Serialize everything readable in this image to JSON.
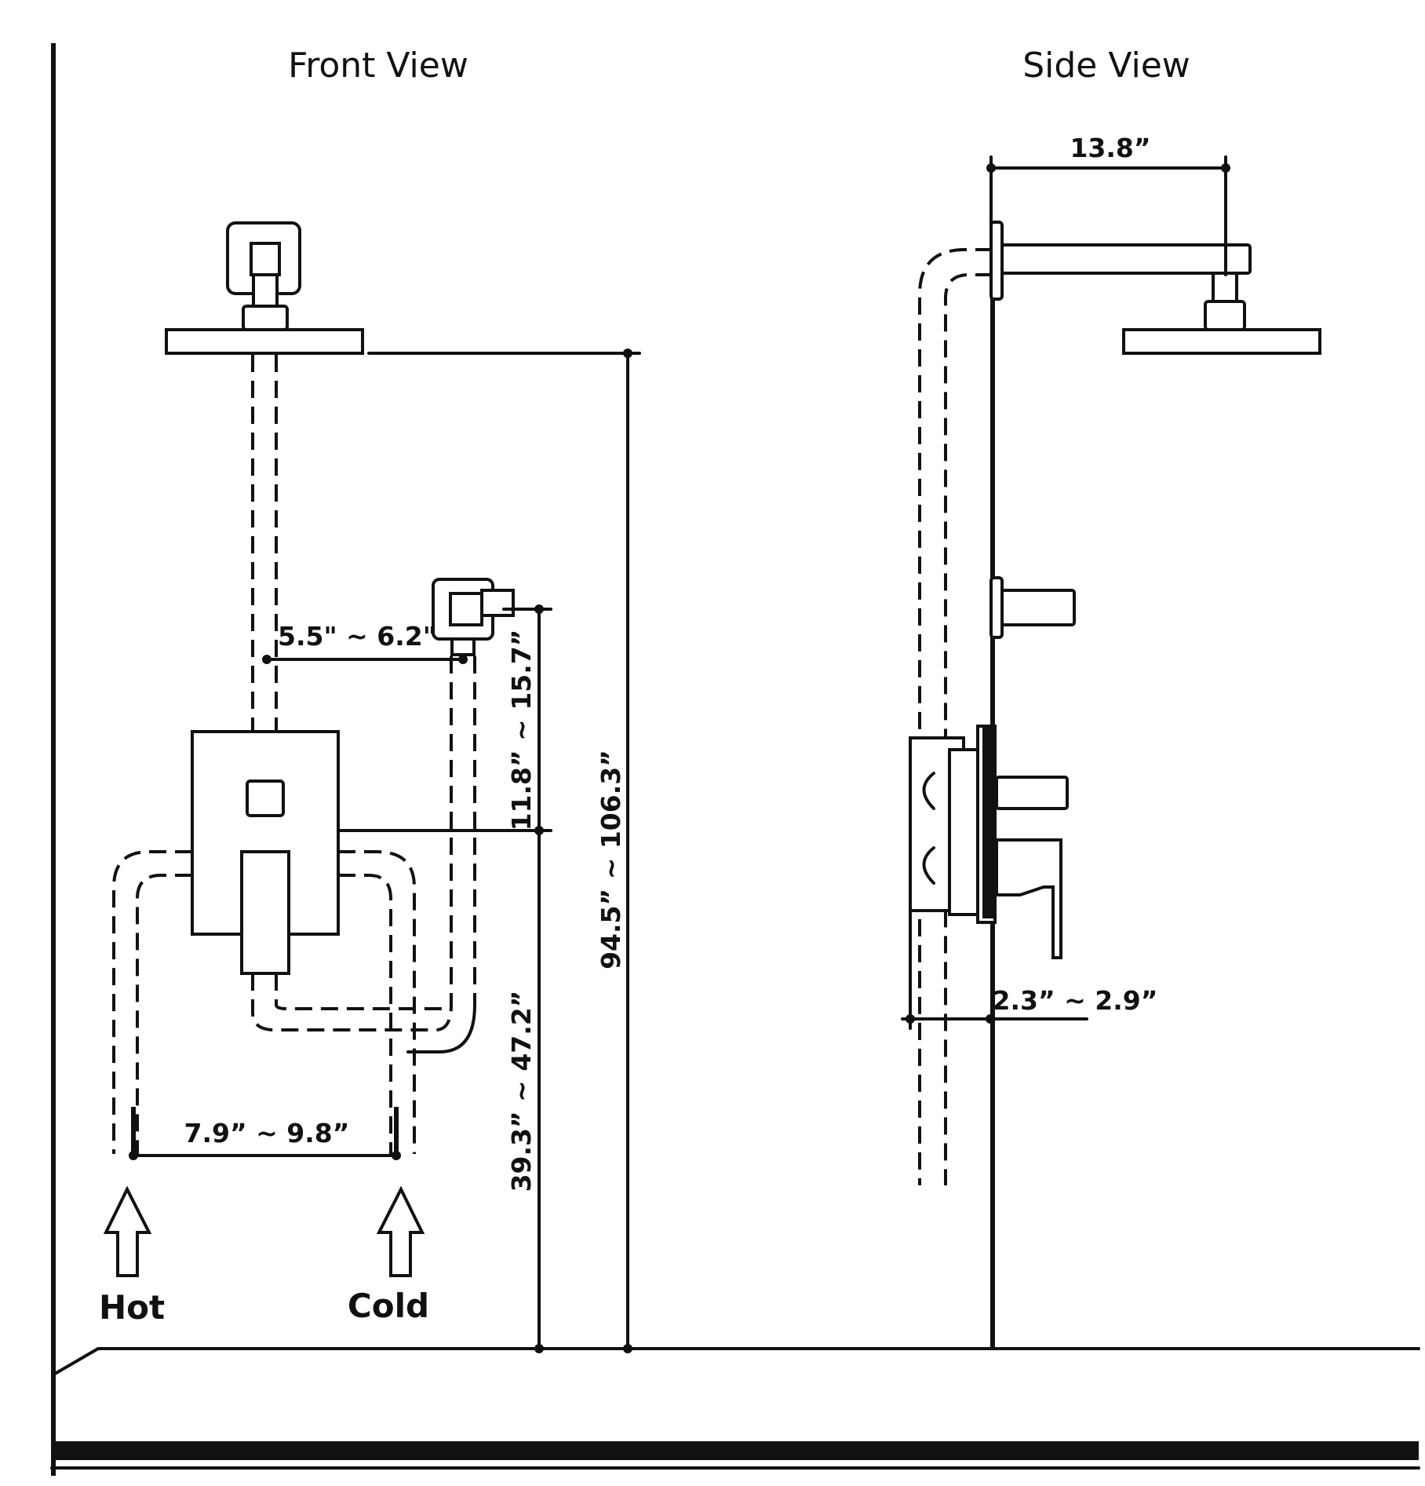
{
  "views": {
    "front": "Front View",
    "side": "Side View"
  },
  "dimensions": {
    "arm_length": "13.8”",
    "head_to_spout_offset": "5.5\" ~ 6.2\"",
    "spout_above_valve": "11.8” ~ 15.7”",
    "showerhead_height": "94.5” ~  106.3”",
    "valve_height": "39.3” ~ 47.2”",
    "inlet_spacing": "7.9” ~ 9.8”",
    "valve_depth": "2.3” ~ 2.9”"
  },
  "labels": {
    "hot": "Hot",
    "cold": "Cold"
  }
}
